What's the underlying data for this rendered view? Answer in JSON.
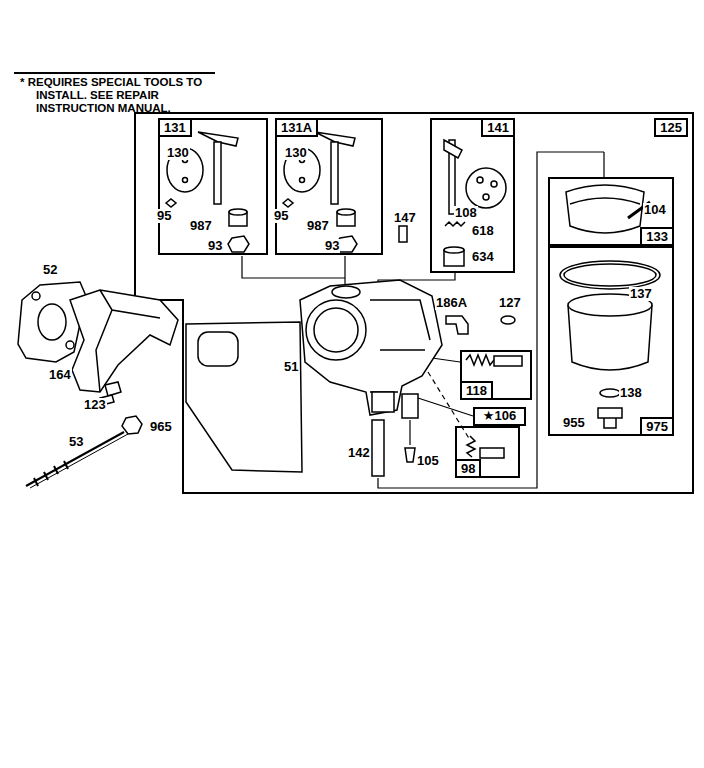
{
  "diagram": {
    "nodes": [
      {
        "text": [
          "125"
        ]
      },
      {
        "text": [
          "131"
        ],
        "in": 0
      },
      {
        "text": [
          "131A"
        ],
        "in": 0
      },
      {
        "text": [
          "141"
        ],
        "in": 0
      },
      {
        "text": [
          "133"
        ],
        "in": 0
      },
      {
        "text": [
          "975"
        ],
        "in": 0
      },
      {
        "text": [
          "118"
        ],
        "in": 0
      },
      {
        "text": [
          "★106"
        ],
        "in": 0
      },
      {
        "text": [
          "98"
        ],
        "in": 0
      }
    ],
    "labels": [
      "* REQUIRES SPECIAL TOOLS TO INSTALL. SEE REPAIR INSTRUCTION MANUAL.",
      "130",
      "95",
      "987",
      "93",
      "130",
      "95",
      "987",
      "93",
      "147",
      "108",
      "618",
      "634",
      "104",
      "137",
      "138",
      "955",
      "186A",
      "127",
      "52",
      "164",
      "123",
      "965",
      "53",
      "51",
      "142",
      "105"
    ]
  }
}
